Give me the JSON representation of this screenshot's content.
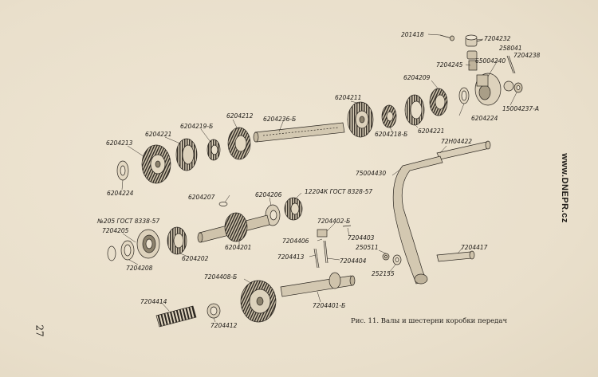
{
  "figure": {
    "caption": "Рис. 11. Валы и шестерни коробки передач",
    "page_number": "27",
    "watermark": "www.DNEPR.cz"
  },
  "parts": {
    "p201418": "201418",
    "p7204232": "7204232",
    "p258041": "258041",
    "p7204238": "7204238",
    "p7204245": "7204245",
    "p65004240": "65004240",
    "p6204209": "6204209",
    "p15004237A": "15004237-А",
    "p6204224_top": "6204224",
    "p6204211": "6204211",
    "p6204218B": "6204218-Б",
    "p6204221_r": "6204221",
    "p6204236B": "6204236-Б",
    "p6204212": "6204212",
    "p6204219B": "6204219-Б",
    "p6204221_l": "6204221",
    "p6204213": "6204213",
    "p6204224_l": "6204224",
    "p72H04422": "72Н04422",
    "p75004430": "75004430",
    "p6204207": "6204207",
    "p6204206": "6204206",
    "p12204K": "12204К ГОСТ 8328-57",
    "p205gost": "№205 ГОСТ 8338-57",
    "p7204205": "7204205",
    "p7204208": "7204208",
    "p6204202": "6204202",
    "p6204201": "6204201",
    "p7204402B": "7204402-Б",
    "p7204406": "7204406",
    "p7204403": "7204403",
    "p250511": "250511",
    "p7204413": "7204413",
    "p7204404": "7204404",
    "p252155": "252155",
    "p7204417": "7204417",
    "p7204408B": "7204408-Б",
    "p7204401B": "7204401-Б",
    "p7204414": "7204414",
    "p7204412": "7204412"
  }
}
